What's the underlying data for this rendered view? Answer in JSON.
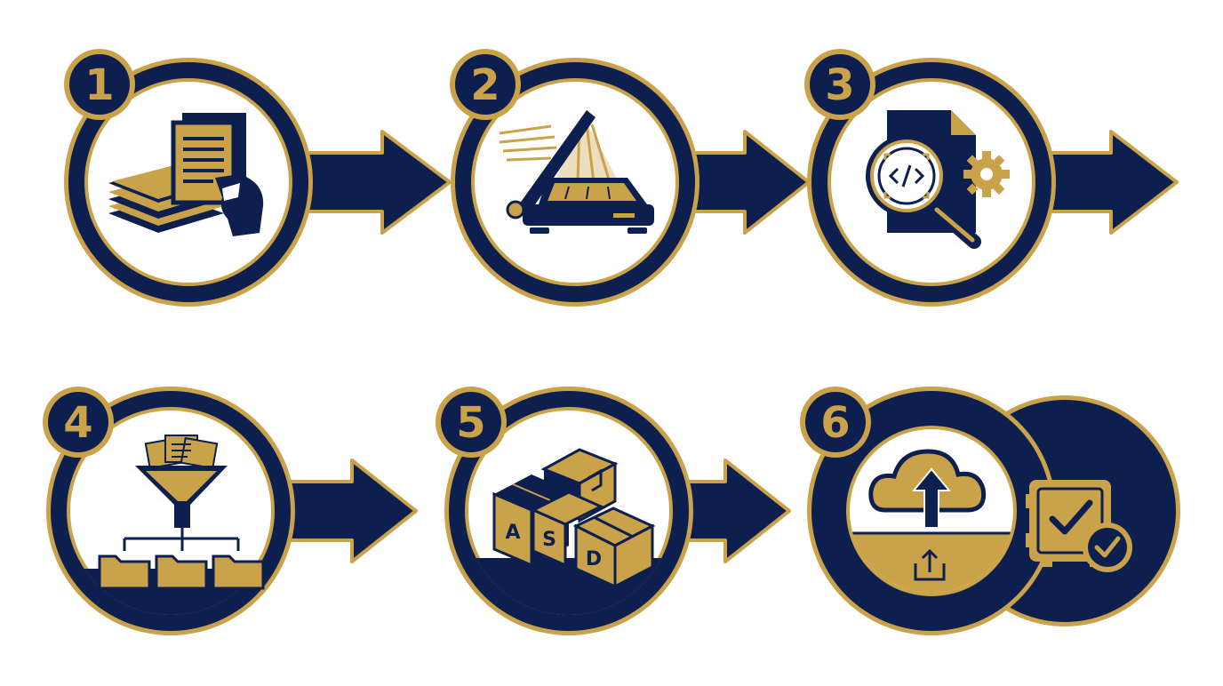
{
  "colors": {
    "navy": "#0c1f4f",
    "gold": "#c9a24a",
    "white": "#ffffff"
  },
  "steps": [
    {
      "number": "1",
      "icon": "document-stack-icon"
    },
    {
      "number": "2",
      "icon": "flatbed-scanner-icon"
    },
    {
      "number": "3",
      "icon": "code-inspect-gear-icon"
    },
    {
      "number": "4",
      "icon": "funnel-sort-folders-icon"
    },
    {
      "number": "5",
      "icon": "labeled-boxes-icon"
    },
    {
      "number": "6",
      "icon": "cloud-upload-safe-icon"
    }
  ],
  "box_letters": [
    "A",
    "S",
    "D"
  ]
}
